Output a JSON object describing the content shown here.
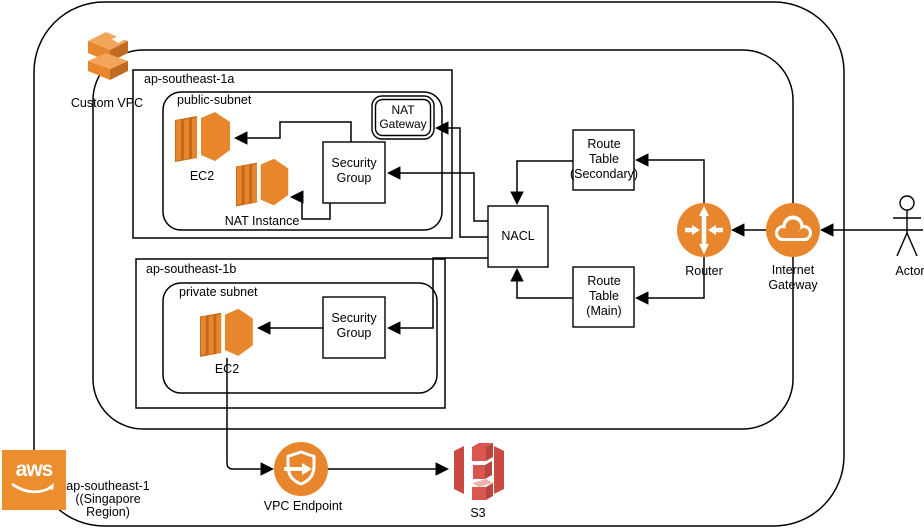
{
  "region": {
    "label": "ap-southeast-1\n((Singapore\nRegion)",
    "logo_text": "aws"
  },
  "vpc": {
    "label": "Custom VPC"
  },
  "zones": {
    "a": {
      "label": "ap-southeast-1a",
      "subnet_label": "public-subnet"
    },
    "b": {
      "label": "ap-southeast-1b",
      "subnet_label": "private subnet"
    }
  },
  "nodes": {
    "ec2_public": "EC2",
    "nat_instance": "NAT Instance",
    "security_group_public": "Security\nGroup",
    "nat_gateway": "NAT\nGateway",
    "nacl": "NACL",
    "route_table_secondary": "Route\nTable\n(Secondary)",
    "route_table_main": "Route\nTable\n(Main)",
    "router": "Router",
    "internet_gateway": "Internet\nGateway",
    "actor": "Actor",
    "ec2_private": "EC2",
    "security_group_private": "Security\nGroup",
    "vpc_endpoint": "VPC Endpoint",
    "s3": "S3"
  },
  "colors": {
    "aws_orange": "#E8862D",
    "aws_orange_dark": "#C06A22",
    "aws_orange_light": "#F3A559",
    "aws_logo_orange": "#EC8E2E",
    "s3_red": "#D95750",
    "s3_red_dark": "#B8453D",
    "line": "#000000",
    "background": "#FFFFFF"
  }
}
